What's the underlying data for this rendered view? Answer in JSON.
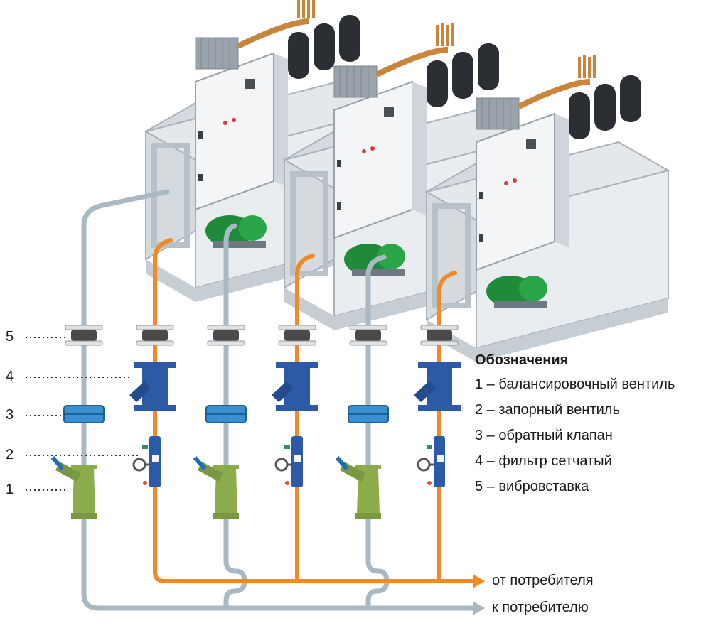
{
  "legend": {
    "title": "Обозначения",
    "items": [
      {
        "num": "1",
        "text": "1 – балансировочный вентиль"
      },
      {
        "num": "2",
        "text": "2 – запорный вентиль"
      },
      {
        "num": "3",
        "text": "3 – обратный клапан"
      },
      {
        "num": "4",
        "text": "4 – фильтр сетчатый"
      },
      {
        "num": "5",
        "text": "5 – вибровставка"
      }
    ]
  },
  "callouts": [
    "5",
    "4",
    "3",
    "2",
    "1"
  ],
  "flows": {
    "return": "от потребителя",
    "supply": "к потребителю"
  },
  "colors": {
    "supply_pipe": "#a9b9c4",
    "return_pipe": "#ef8a24",
    "frame": "#c8ced4",
    "cabinet": "#eef1f3",
    "receiver": "#2b2e33",
    "pump": "#1f8a3a",
    "balancing_valve": "#8cab4a",
    "strainer": "#2d5aa6",
    "check_valve": "#3a8fd0",
    "vibration_insert": "#4a4a4a"
  }
}
